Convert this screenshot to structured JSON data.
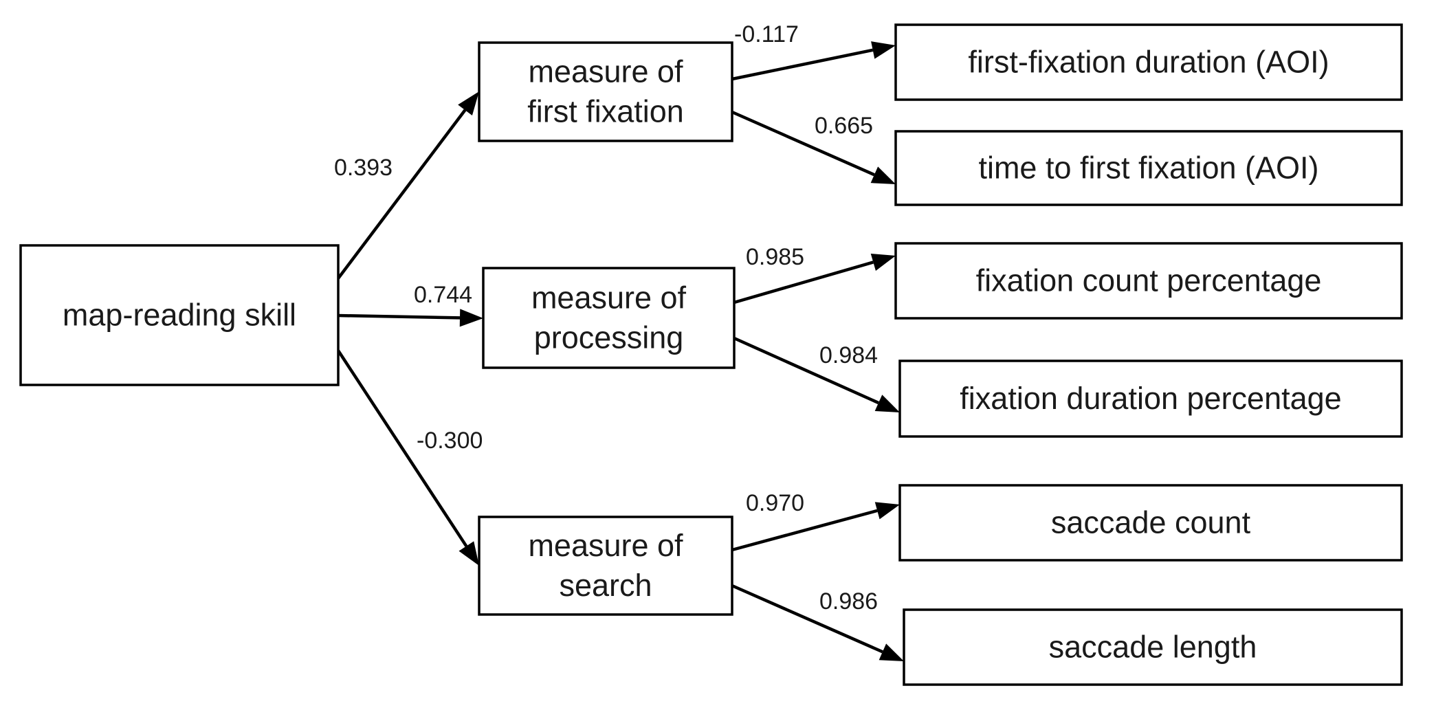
{
  "nodes": {
    "skill": {
      "lines": [
        "map-reading skill"
      ]
    },
    "first_fixation": {
      "lines": [
        "measure of",
        "first fixation"
      ]
    },
    "processing": {
      "lines": [
        "measure of",
        "processing"
      ]
    },
    "search": {
      "lines": [
        "measure of",
        "search"
      ]
    },
    "ffd": {
      "lines": [
        "first-fixation duration (AOI)"
      ]
    },
    "ttff": {
      "lines": [
        "time to first fixation (AOI)"
      ]
    },
    "fcp": {
      "lines": [
        "fixation count percentage"
      ]
    },
    "fdp": {
      "lines": [
        "fixation duration percentage"
      ]
    },
    "sc": {
      "lines": [
        "saccade count"
      ]
    },
    "sl": {
      "lines": [
        "saccade length"
      ]
    }
  },
  "edges": [
    {
      "from": "skill",
      "to": "first_fixation",
      "label": "0.393"
    },
    {
      "from": "skill",
      "to": "processing",
      "label": "0.744"
    },
    {
      "from": "skill",
      "to": "search",
      "label": "-0.300"
    },
    {
      "from": "first_fixation",
      "to": "ffd",
      "label": "-0.117"
    },
    {
      "from": "first_fixation",
      "to": "ttff",
      "label": "0.665"
    },
    {
      "from": "processing",
      "to": "fcp",
      "label": "0.985"
    },
    {
      "from": "processing",
      "to": "fdp",
      "label": "0.984"
    },
    {
      "from": "search",
      "to": "sc",
      "label": "0.970"
    },
    {
      "from": "search",
      "to": "sl",
      "label": "0.986"
    }
  ]
}
